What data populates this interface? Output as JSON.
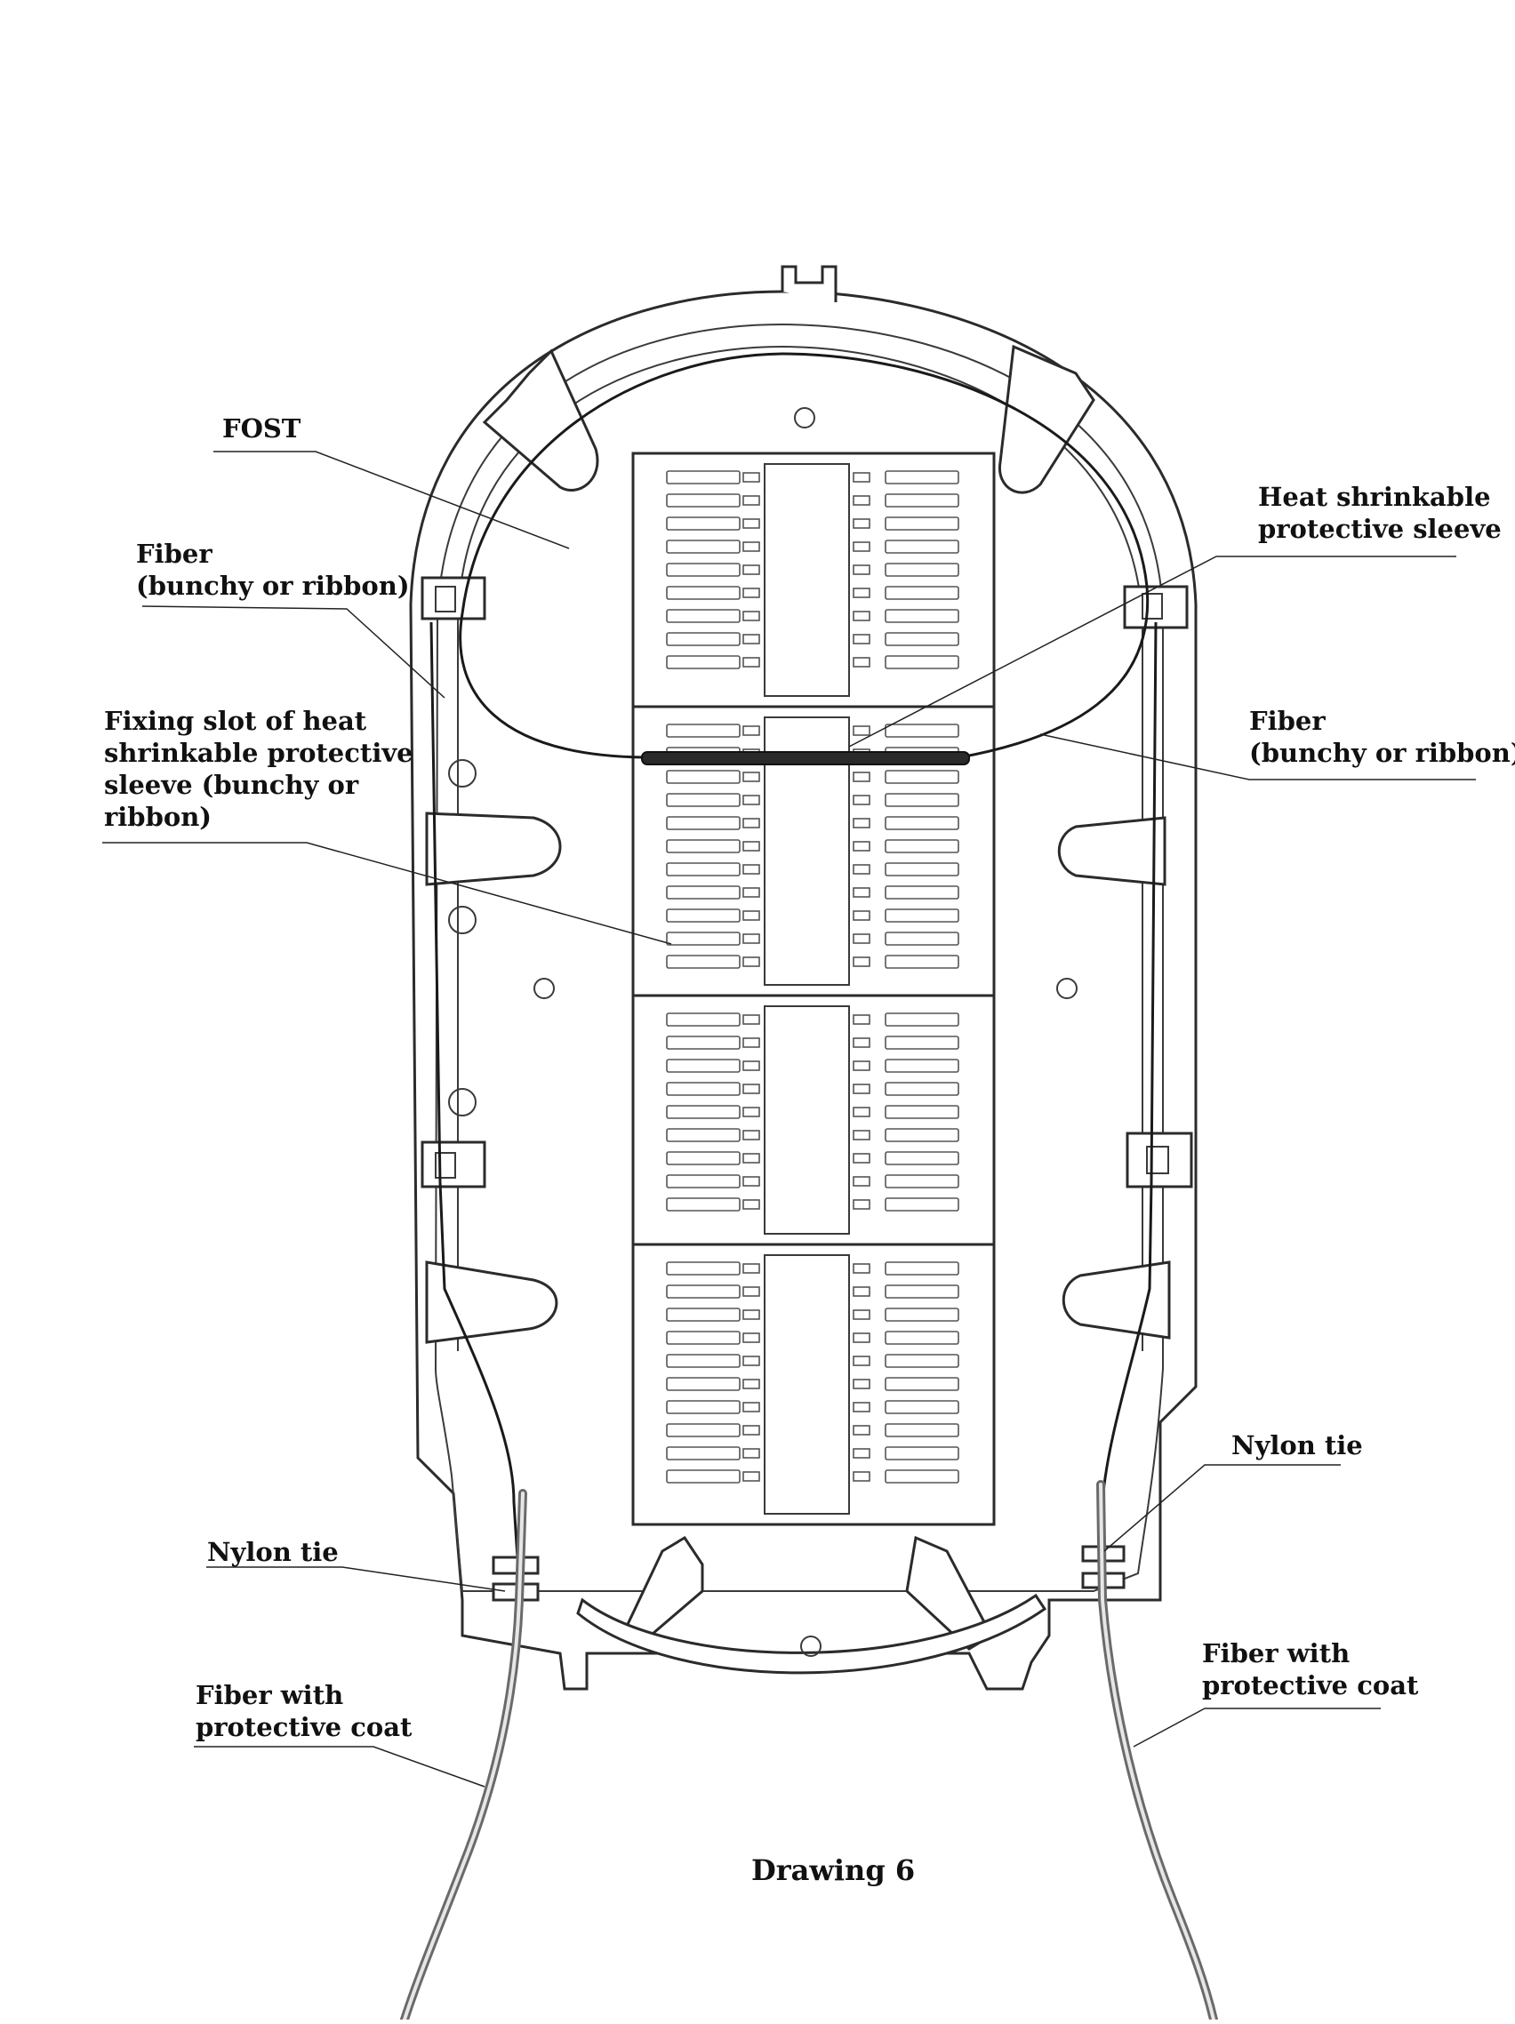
{
  "diagram": {
    "labels": {
      "fost": "FOST",
      "fiber_left_1": "Fiber",
      "fiber_left_2": "(bunchy or ribbon)",
      "fixing_1": "Fixing slot of heat",
      "fixing_2": "shrinkable protective",
      "fixing_3": "sleeve (bunchy or",
      "fixing_4": "ribbon)",
      "nylon_left": "Nylon tie",
      "coat_left_1": "Fiber with",
      "coat_left_2": "protective coat",
      "heat_1": "Heat shrinkable",
      "heat_2": "protective sleeve",
      "fiber_right_1": "Fiber",
      "fiber_right_2": "(bunchy or ribbon)",
      "nylon_right": "Nylon tie",
      "coat_right_1": "Fiber with",
      "coat_right_2": "protective coat"
    },
    "caption": "Drawing 6"
  }
}
